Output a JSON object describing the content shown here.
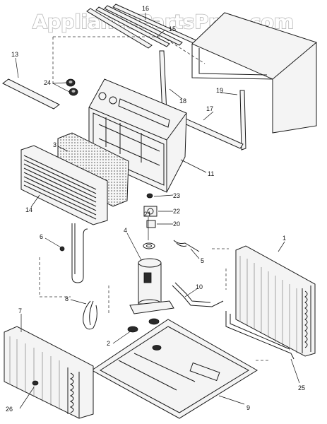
{
  "watermark": "AppliancePartsPros.com",
  "callouts": {
    "c1": "1",
    "c2": "2",
    "c3": "3",
    "c4": "4",
    "c5": "5",
    "c6": "6",
    "c7": "7",
    "c8": "8",
    "c9": "9",
    "c10": "10",
    "c11": "11",
    "c13": "13",
    "c14": "14",
    "c15": "15",
    "c16": "16",
    "c17": "17",
    "c18": "18",
    "c19": "19",
    "c20": "20",
    "c21": "21",
    "c22": "22",
    "c23": "23",
    "c24": "24",
    "c25": "25",
    "c26": "26"
  }
}
